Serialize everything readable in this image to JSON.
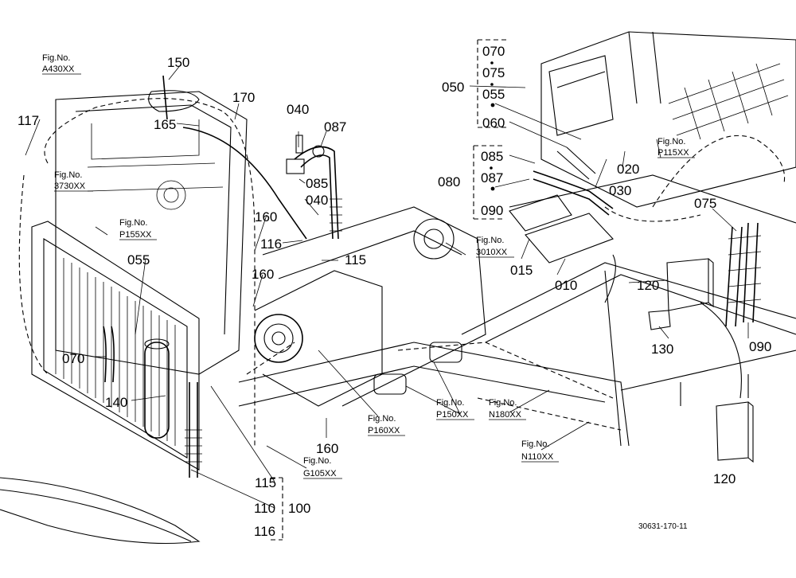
{
  "diagram": {
    "part_labels": {
      "p150": "150",
      "p170": "170",
      "p040a": "040",
      "p087a": "087",
      "p117": "117",
      "p165": "165",
      "p085a": "085",
      "p040b": "040",
      "p160a": "160",
      "p116a": "116",
      "p115a": "115",
      "p055a": "055",
      "p160b": "160",
      "p070a": "070",
      "p140": "140",
      "p160c": "160",
      "p115b": "115",
      "p110": "110",
      "p116b": "116",
      "p100": "100",
      "p050": "050",
      "p070b": "070",
      "p075a": "075",
      "p055b": "055",
      "p060": "060",
      "p020": "020",
      "p085b": "085",
      "p087b": "087",
      "p080": "080",
      "p030": "030",
      "p090a": "090",
      "p015": "015",
      "p010": "010",
      "p075b": "075",
      "p120a": "120",
      "p130": "130",
      "p090b": "090",
      "p120b": "120"
    },
    "fig_refs": [
      {
        "title": "Fig.No.",
        "code": "A430XX"
      },
      {
        "title": "Fig.No.",
        "code": "3730XX"
      },
      {
        "title": "Fig.No.",
        "code": "P155XX"
      },
      {
        "title": "Fig.No.",
        "code": "3010XX"
      },
      {
        "title": "Fig.No.",
        "code": "P115XX"
      },
      {
        "title": "Fig.No.",
        "code": "P160XX"
      },
      {
        "title": "Fig.No.",
        "code": "P150XX"
      },
      {
        "title": "Fig.No.",
        "code": "N180XX"
      },
      {
        "title": "Fig.No.",
        "code": "G105XX"
      },
      {
        "title": "Fig.No.",
        "code": "N110XX"
      }
    ],
    "drawing_number": "30631-170-11"
  }
}
